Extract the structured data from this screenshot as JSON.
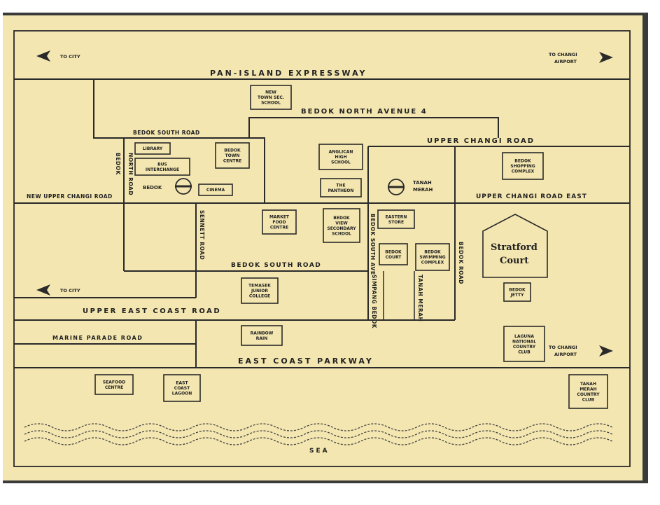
{
  "map": {
    "directions": {
      "to_city": "TO CITY",
      "to_changi_airport_top": [
        "TO CHANGI",
        "AIRPORT"
      ],
      "to_changi_airport_bottom": [
        "TO CHANGI",
        "AIRPORT"
      ],
      "to_city_bottom": "TO CITY"
    },
    "roads": {
      "pan_island": "PAN-ISLAND EXPRESSWAY",
      "bedok_north_ave4": "BEDOK NORTH AVENUE 4",
      "bedok_south_road_top": "BEDOK SOUTH ROAD",
      "upper_changi_road": "UPPER CHANGI ROAD",
      "new_upper_changi_road": "NEW UPPER CHANGI ROAD",
      "upper_changi_road_east": "UPPER CHANGI ROAD EAST",
      "bedok_south_road": "BEDOK SOUTH ROAD",
      "upper_east_coast_road": "UPPER EAST COAST ROAD",
      "marine_parade_road": "MARINE PARADE ROAD",
      "east_coast_parkway": "EAST COAST PARKWAY",
      "sea": "SEA",
      "bedok_north_vert": [
        "BEDOK",
        "NORTH ROAD"
      ],
      "bedok_south_ave": "BEDOK SOUTH AVE",
      "bedok_road": "BEDOK ROAD",
      "jalan_tanah_merah": "TANAH MERAH",
      "sennett_road": "SENNETT ROAD",
      "simpang_bedok": "SIMPANG BEDOK"
    },
    "stations": {
      "bedok": "BEDOK",
      "tanah_merah": [
        "TANAH",
        "MERAH"
      ]
    },
    "landmarks": [
      {
        "id": "new-town-secondary",
        "lines": [
          "NEW",
          "TOWN SEC.",
          "SCHOOL"
        ]
      },
      {
        "id": "library",
        "lines": [
          "LIBRARY"
        ]
      },
      {
        "id": "bus-interchange",
        "lines": [
          "BUS",
          "INTERCHANGE"
        ]
      },
      {
        "id": "bedok-town-centre",
        "lines": [
          "BEDOK",
          "TOWN",
          "CENTRE"
        ]
      },
      {
        "id": "cinema",
        "lines": [
          "CINEMA"
        ]
      },
      {
        "id": "anglican-high-school",
        "lines": [
          "ANGLICAN",
          "HIGH",
          "SCHOOL"
        ]
      },
      {
        "id": "the-pantheon",
        "lines": [
          "THE",
          "PANTHEON"
        ]
      },
      {
        "id": "bedok-shopping-complex",
        "lines": [
          "BEDOK",
          "SHOPPING",
          "COMPLEX"
        ]
      },
      {
        "id": "market-food-centre",
        "lines": [
          "MARKET",
          "FOOD",
          "CENTRE"
        ]
      },
      {
        "id": "bedok-view-sec-school",
        "lines": [
          "BEDOK",
          "VIEW",
          "SECONDARY",
          "SCHOOL"
        ]
      },
      {
        "id": "eastern-store",
        "lines": [
          "EASTERN",
          "STORE"
        ]
      },
      {
        "id": "bedok-court",
        "lines": [
          "BEDOK",
          "COURT"
        ]
      },
      {
        "id": "bedok-swimming-complex",
        "lines": [
          "BEDOK",
          "SWIMMING",
          "COMPLEX"
        ]
      },
      {
        "id": "temasek-junior-college",
        "lines": [
          "TEMASEK",
          "JUNIOR",
          "COLLEGE"
        ]
      },
      {
        "id": "bedok-jetty",
        "lines": [
          "BEDOK",
          "JETTY"
        ]
      },
      {
        "id": "laguna-country-club",
        "lines": [
          "LAGUNA",
          "NATIONAL",
          "COUNTRY",
          "CLUB"
        ]
      },
      {
        "id": "rainbow-rain",
        "lines": [
          "RAINBOW",
          "RAIN"
        ]
      },
      {
        "id": "seafood-centre",
        "lines": [
          "SEAFOOD",
          "CENTRE"
        ]
      },
      {
        "id": "east-coast-lagoon",
        "lines": [
          "EAST",
          "COAST",
          "LAGOON"
        ]
      },
      {
        "id": "tanah-merah-country-club",
        "lines": [
          "TANAH",
          "MERAH",
          "COUNTRY",
          "CLUB"
        ]
      }
    ],
    "highlight": [
      "Stratford",
      "Court"
    ]
  },
  "colors": {
    "paper": "#f3e6b0",
    "ink": "#2a2a2a",
    "frame": "#3a3a3a"
  }
}
